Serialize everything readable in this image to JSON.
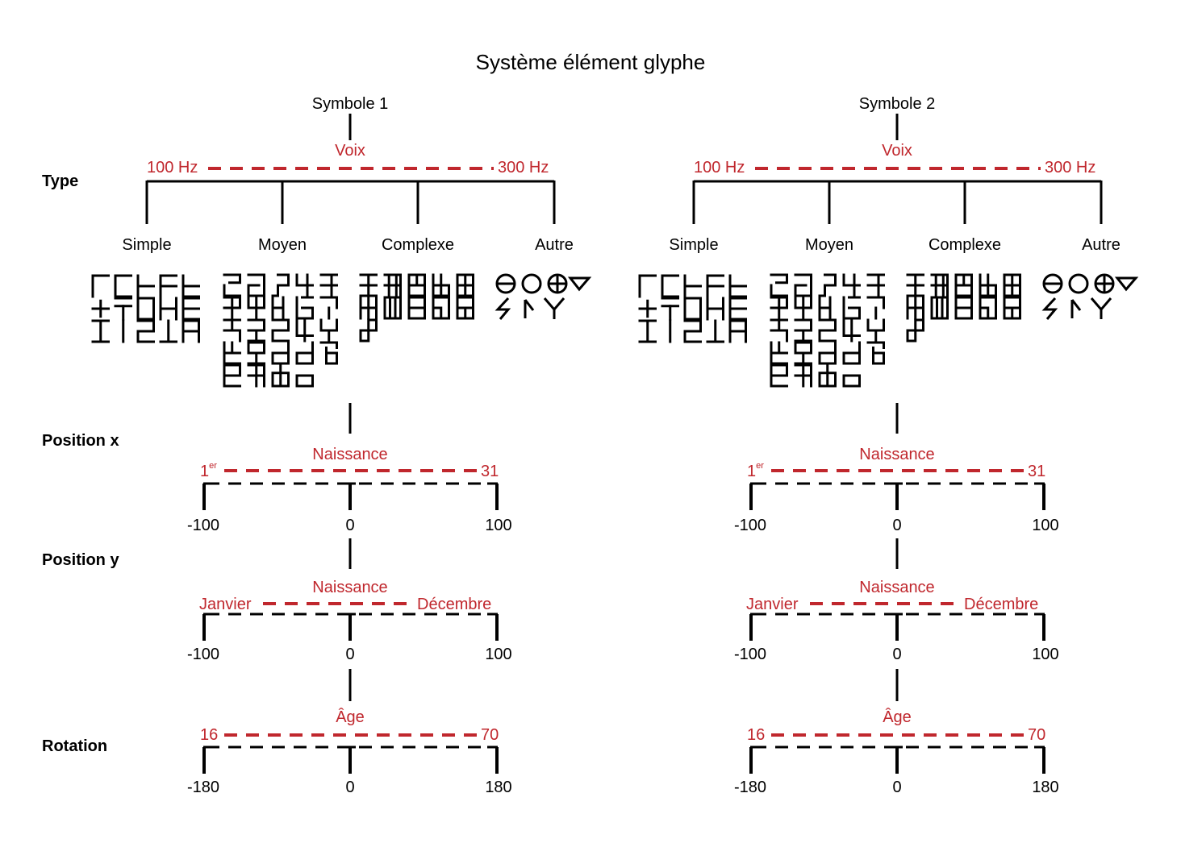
{
  "title": "Système élément glyphe",
  "row_labels": {
    "type": "Type",
    "position_x": "Position x",
    "position_y": "Position y",
    "rotation": "Rotation"
  },
  "colors": {
    "accent": "#c0272d",
    "line": "#000000"
  },
  "symbols": [
    {
      "name": "Symbole 1",
      "type": {
        "driver": "Voix",
        "range_min": "100 Hz",
        "range_max": "300 Hz",
        "categories": [
          "Simple",
          "Moyen",
          "Complexe",
          "Autre"
        ],
        "glyph_counts": {
          "simple": 15,
          "moyen": 24,
          "complexe": 11,
          "autre": 7
        }
      },
      "position_x": {
        "driver": "Naissance",
        "range_min": "1",
        "range_min_sup": "er",
        "range_max": "31",
        "ticks": [
          "-100",
          "0",
          "100"
        ]
      },
      "position_y": {
        "driver": "Naissance",
        "range_min": "Janvier",
        "range_max": "Décembre",
        "ticks": [
          "-100",
          "0",
          "100"
        ]
      },
      "rotation": {
        "driver": "Âge",
        "range_min": "16",
        "range_max": "70",
        "ticks": [
          "-180",
          "0",
          "180"
        ]
      }
    },
    {
      "name": "Symbole 2",
      "type": {
        "driver": "Voix",
        "range_min": "100 Hz",
        "range_max": "300 Hz",
        "categories": [
          "Simple",
          "Moyen",
          "Complexe",
          "Autre"
        ],
        "glyph_counts": {
          "simple": 15,
          "moyen": 24,
          "complexe": 11,
          "autre": 7
        }
      },
      "position_x": {
        "driver": "Naissance",
        "range_min": "1",
        "range_min_sup": "er",
        "range_max": "31",
        "ticks": [
          "-100",
          "0",
          "100"
        ]
      },
      "position_y": {
        "driver": "Naissance",
        "range_min": "Janvier",
        "range_max": "Décembre",
        "ticks": [
          "-100",
          "0",
          "100"
        ]
      },
      "rotation": {
        "driver": "Âge",
        "range_min": "16",
        "range_max": "70",
        "ticks": [
          "-180",
          "0",
          "180"
        ]
      }
    }
  ]
}
